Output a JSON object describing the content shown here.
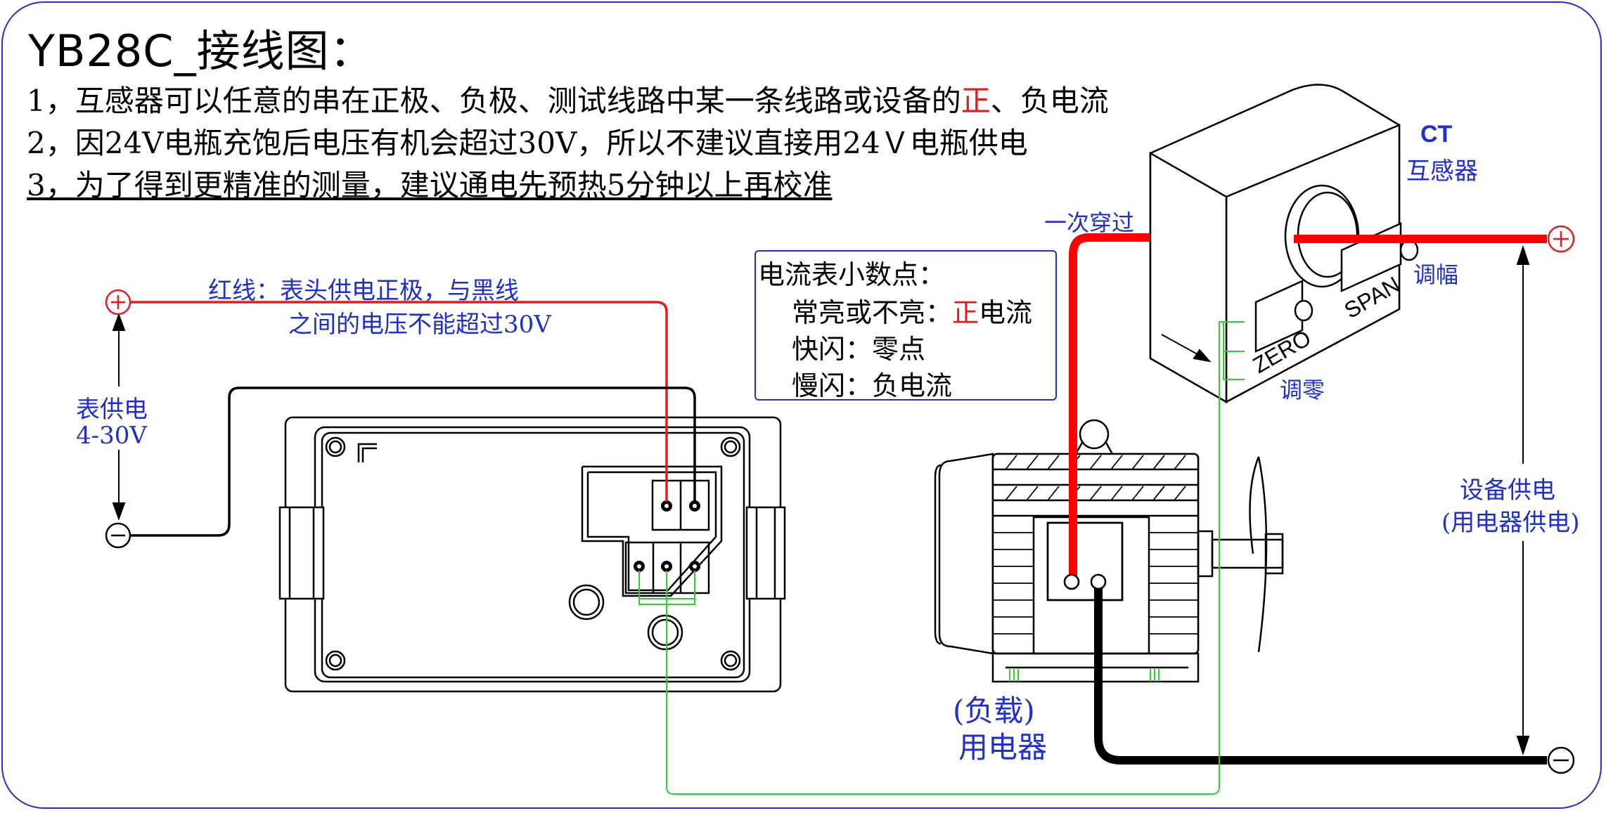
{
  "title": "YB28C_接线图：",
  "notes": {
    "n1_pre": "1，互感器可以任意的串在正极、负极、测试线路中某一条线路或设备的",
    "n1_red": "正",
    "n1_post": "、负电流",
    "n2": "2，因24V电瓶充饱后电压有机会超过30V，所以不建议直接用24Ｖ电瓶供电",
    "n3": "3，为了得到更精准的测量，建议通电先预热5分钟以上再校准"
  },
  "ct": {
    "label": "CT",
    "sub": "互感器",
    "primary": "一次穿过",
    "span_label": "调幅",
    "zero_label": "调零",
    "span_text": "SPAN",
    "zero_text": "ZERO"
  },
  "meter_supply": {
    "red_wire_line1": "红线：表头供电正极，与黑线",
    "red_wire_line2": "之间的电压不能超过30V",
    "label1": "表供电",
    "label2": "4-30V"
  },
  "decimal_point": {
    "title": "电流表小数点：",
    "line1_pre": "常亮或不亮：",
    "line1_red": "正",
    "line1_post": "电流",
    "line2": "快闪：零点",
    "line3": "慢闪：负电流"
  },
  "device_supply": {
    "label1": "设备供电",
    "label2": "(用电器供电)"
  },
  "load": {
    "label1": "(负载)",
    "label2": "用电器"
  },
  "colors": {
    "frame": "#2b2bd6",
    "annotation_blue": "#1f2fcf",
    "positive_red": "#e31b1b",
    "signal_green": "#33cc33",
    "wire_black": "#000000"
  },
  "icons": [
    "plus-terminal-icon",
    "minus-terminal-icon",
    "arrow-icon"
  ]
}
